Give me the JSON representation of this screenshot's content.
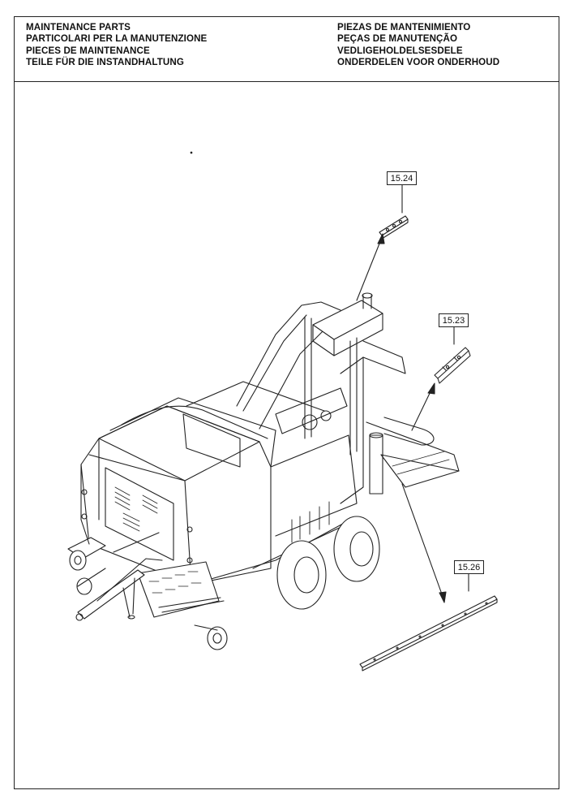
{
  "header": {
    "left_titles": [
      "MAINTENANCE PARTS",
      "PARTICOLARI PER LA MANUTENZIONE",
      "PIECES DE MAINTENANCE",
      "TEILE FÜR DIE INSTANDHALTUNG"
    ],
    "right_titles": [
      "PIEZAS DE MANTENIMIENTO",
      "PEÇAS DE MANUTENÇÃO",
      "VEDLIGEHOLDELSESDELE",
      "ONDERDELEN VOOR ONDERHOUD"
    ]
  },
  "callouts": {
    "ref_1": "15.24",
    "ref_2": "15.23",
    "ref_3": "15.26"
  }
}
